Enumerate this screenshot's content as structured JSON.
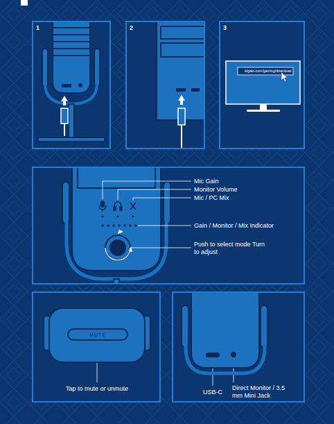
{
  "diagram": {
    "nodes": [
      {
        "text": [
          "1"
        ]
      },
      {
        "text": [
          "2"
        ]
      },
      {
        "text": [
          "3",
          "elgato.com/gaming/download"
        ]
      },
      {
        "text": [
          "Mic Gain",
          "Monitor Volume",
          "Mic / PC Mix",
          "Gain / Monitor / Mix Indicator",
          "Push to select mode Turn to adjust"
        ]
      },
      {
        "text": [
          "MUTE",
          "Tap to mute or unmute"
        ]
      },
      {
        "text": [
          "USB-C",
          "Direct Monitor / 3.5 mm Mini Jack"
        ]
      }
    ]
  }
}
